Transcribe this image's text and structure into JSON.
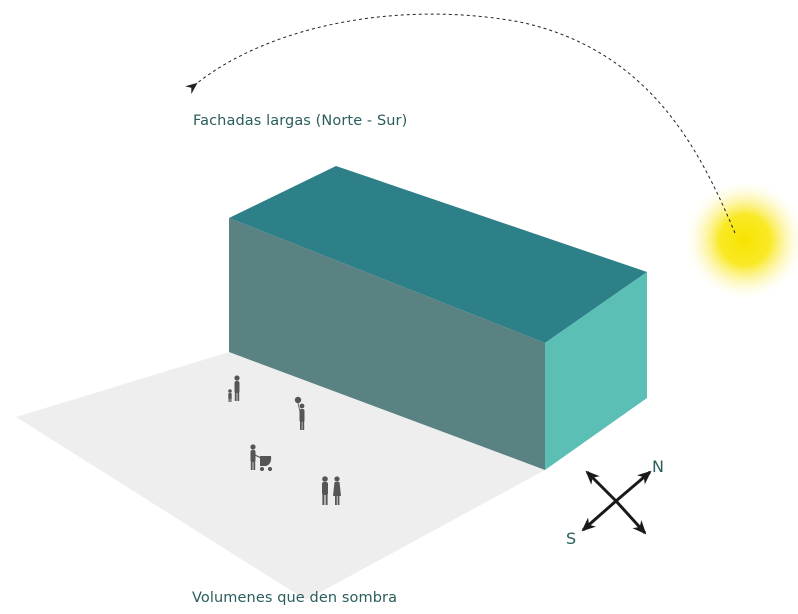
{
  "labels": {
    "top": "Fachadas largas (Norte - Sur)",
    "bottom": "Volumenes que den sombra"
  },
  "compass": {
    "north": "N",
    "south": "S"
  },
  "colors": {
    "text": "#2a5d5c",
    "roof": "#2d7f88",
    "long_facade": "#5b8282",
    "short_facade": "#5bbfb6",
    "ground_shadow": "#eeeeee",
    "sun_core": "#f7e300",
    "figures": "#555555",
    "compass": "#1a1a1a"
  },
  "icons": {
    "sun": "sun-icon",
    "sun_path": "dashed-arc-arrow",
    "compass": "compass-cross-arrows",
    "people": "pedestrian-silhouettes"
  }
}
